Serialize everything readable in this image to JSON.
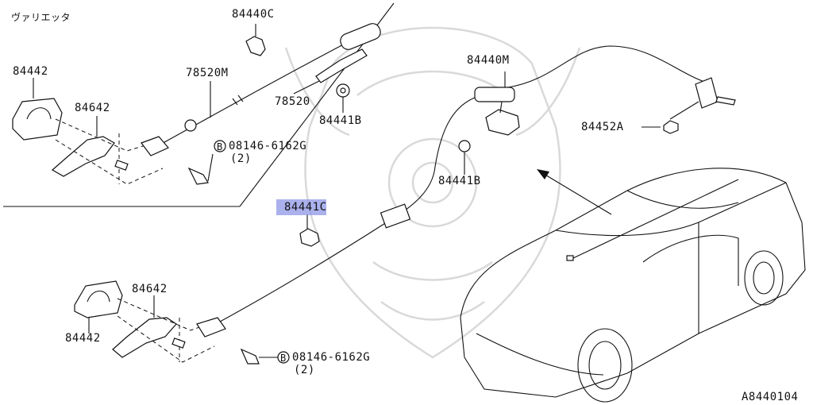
{
  "variant_label": "ヴァリエッタ",
  "diagram_code": "A8440104",
  "inset_parts": {
    "p84440c": "84440C",
    "p84442": "84442",
    "p78520m": "78520M",
    "p84642": "84642",
    "p78520": "78520",
    "p84441b": "84441B",
    "bolt_code": "08146-6162G",
    "bolt_qty": "(2)",
    "bolt_marker": "B"
  },
  "main_parts": {
    "p84440m": "84440M",
    "p84452a": "84452A",
    "p84441b": "84441B",
    "p84441c": "84441C",
    "p84642": "84642",
    "p84442": "84442",
    "bolt_code": "08146-6162G",
    "bolt_qty": "(2)",
    "bolt_marker": "B"
  },
  "colors": {
    "highlight": "#8e97e6",
    "line": "#111111",
    "watermark": "#d9d9d9"
  }
}
